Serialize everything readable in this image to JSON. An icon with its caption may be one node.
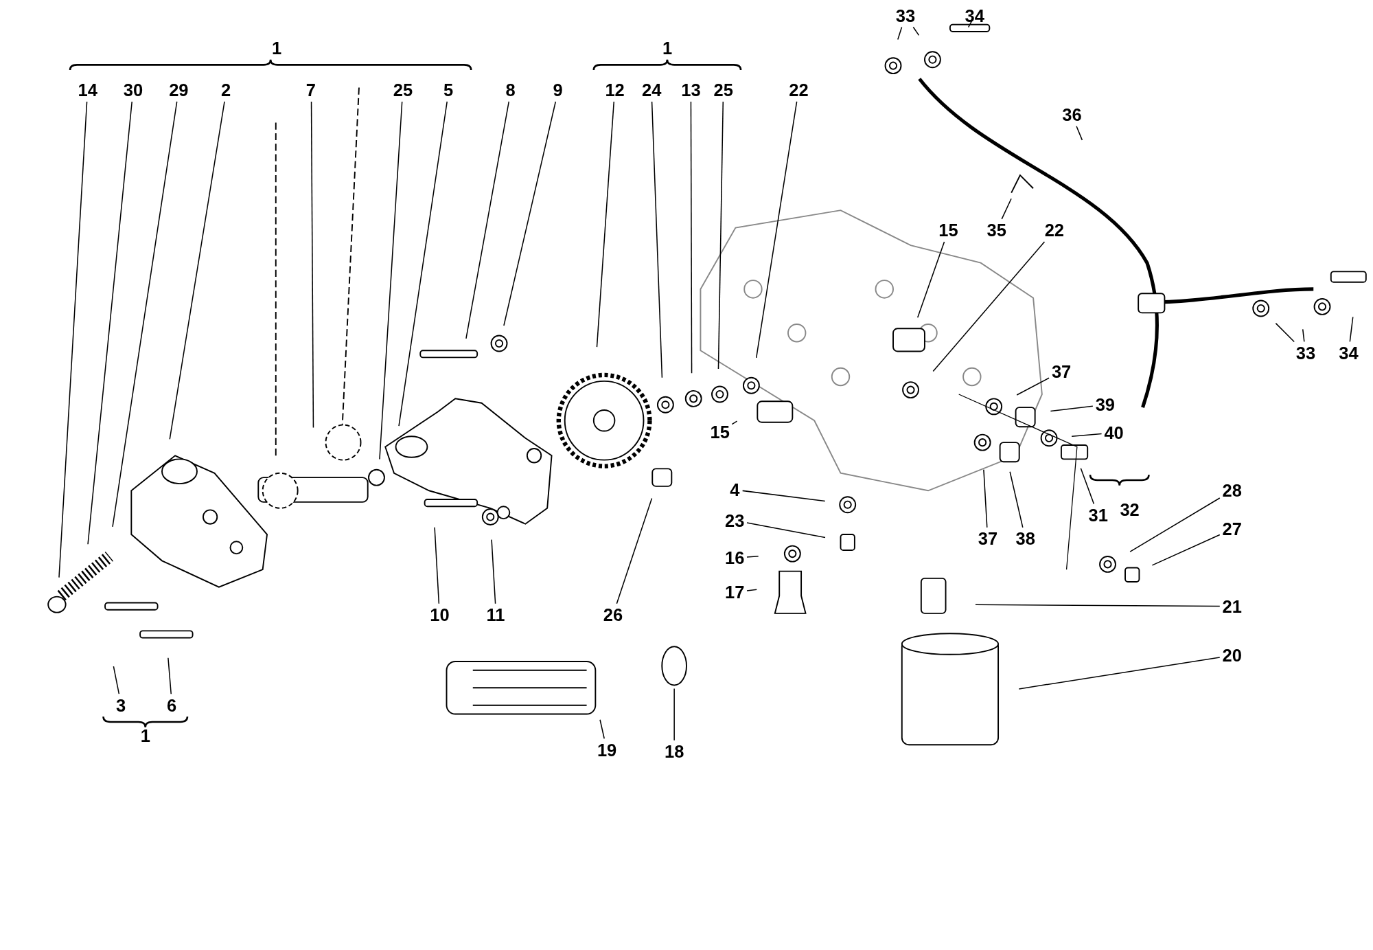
{
  "diagram": {
    "nodes": [
      {
        "text": [
          "33"
        ]
      },
      {
        "text": [
          "34"
        ]
      },
      {
        "text": [
          "14"
        ]
      },
      {
        "text": [
          "30"
        ]
      },
      {
        "text": [
          "29"
        ]
      },
      {
        "text": [
          "2"
        ]
      },
      {
        "text": [
          "7"
        ]
      },
      {
        "text": [
          "25"
        ]
      },
      {
        "text": [
          "5"
        ]
      },
      {
        "text": [
          "8"
        ]
      },
      {
        "text": [
          "9"
        ]
      },
      {
        "text": [
          "12"
        ]
      },
      {
        "text": [
          "24"
        ]
      },
      {
        "text": [
          "13"
        ]
      },
      {
        "text": [
          "25"
        ]
      },
      {
        "text": [
          "22"
        ]
      },
      {
        "text": [
          "36"
        ]
      },
      {
        "text": [
          "15"
        ]
      },
      {
        "text": [
          "35"
        ]
      },
      {
        "text": [
          "22"
        ]
      },
      {
        "text": [
          "33"
        ]
      },
      {
        "text": [
          "34"
        ]
      },
      {
        "text": [
          "37"
        ]
      },
      {
        "text": [
          "39"
        ]
      },
      {
        "text": [
          "40"
        ]
      },
      {
        "text": [
          "15"
        ]
      },
      {
        "text": [
          "4"
        ]
      },
      {
        "text": [
          "28"
        ]
      },
      {
        "text": [
          "31"
        ]
      },
      {
        "text": [
          "23"
        ]
      },
      {
        "text": [
          "27"
        ]
      },
      {
        "text": [
          "37"
        ]
      },
      {
        "text": [
          "38"
        ]
      },
      {
        "text": [
          "16"
        ]
      },
      {
        "text": [
          "17"
        ]
      },
      {
        "text": [
          "21"
        ]
      },
      {
        "text": [
          "10"
        ]
      },
      {
        "text": [
          "11"
        ]
      },
      {
        "text": [
          "26"
        ]
      },
      {
        "text": [
          "20"
        ]
      },
      {
        "text": [
          "3"
        ]
      },
      {
        "text": [
          "6"
        ]
      },
      {
        "text": [
          "19"
        ]
      },
      {
        "text": [
          "18"
        ]
      }
    ],
    "edges": [
      {
        "from": 0,
        "to": null,
        "arrow": "none"
      },
      {
        "from": 0,
        "to": null,
        "arrow": "none"
      },
      {
        "from": 1,
        "to": null,
        "arrow": "none"
      },
      {
        "from": 2,
        "to": null,
        "arrow": "none"
      },
      {
        "from": 3,
        "to": null,
        "arrow": "none"
      },
      {
        "from": 4,
        "to": null,
        "arrow": "none"
      },
      {
        "from": 5,
        "to": null,
        "arrow": "none"
      },
      {
        "from": 6,
        "to": null,
        "arrow": "none"
      },
      {
        "from": 7,
        "to": null,
        "arrow": "none"
      },
      {
        "from": 8,
        "to": null,
        "arrow": "none"
      },
      {
        "from": 9,
        "to": null,
        "arrow": "none"
      },
      {
        "from": 10,
        "to": null,
        "arrow": "none"
      },
      {
        "from": 11,
        "to": null,
        "arrow": "none"
      },
      {
        "from": 12,
        "to": null,
        "arrow": "none"
      },
      {
        "from": 13,
        "to": null,
        "arrow": "none"
      },
      {
        "from": 14,
        "to": null,
        "arrow": "none"
      },
      {
        "from": 15,
        "to": null,
        "arrow": "none"
      },
      {
        "from": 16,
        "to": null,
        "arrow": "none"
      },
      {
        "from": 17,
        "to": null,
        "arrow": "none"
      },
      {
        "from": 18,
        "to": null,
        "arrow": "none"
      },
      {
        "from": 19,
        "to": null,
        "arrow": "none"
      },
      {
        "from": 20,
        "to": null,
        "arrow": "none"
      },
      {
        "from": 20,
        "to": null,
        "arrow": "none"
      },
      {
        "from": 21,
        "to": null,
        "arrow": "none"
      },
      {
        "from": 22,
        "to": null,
        "arrow": "none"
      },
      {
        "from": 23,
        "to": null,
        "arrow": "none"
      },
      {
        "from": 24,
        "to": null,
        "arrow": "none"
      },
      {
        "from": 25,
        "to": null,
        "arrow": "none"
      },
      {
        "from": 26,
        "to": null,
        "arrow": "none"
      },
      {
        "from": 27,
        "to": null,
        "arrow": "none"
      },
      {
        "from": 28,
        "to": null,
        "arrow": "none"
      },
      {
        "from": 29,
        "to": null,
        "arrow": "none"
      },
      {
        "from": 30,
        "to": null,
        "arrow": "none"
      },
      {
        "from": 31,
        "to": null,
        "arrow": "none"
      },
      {
        "from": 32,
        "to": null,
        "arrow": "none"
      },
      {
        "from": 33,
        "to": null,
        "arrow": "none"
      },
      {
        "from": 34,
        "to": null,
        "arrow": "none"
      },
      {
        "from": 35,
        "to": null,
        "arrow": "none"
      },
      {
        "from": 36,
        "to": null,
        "arrow": "none"
      },
      {
        "from": 37,
        "to": null,
        "arrow": "none"
      },
      {
        "from": 38,
        "to": null,
        "arrow": "none"
      },
      {
        "from": 39,
        "to": null,
        "arrow": "none"
      },
      {
        "from": 40,
        "to": null,
        "arrow": "none"
      },
      {
        "from": 41,
        "to": null,
        "arrow": "none"
      },
      {
        "from": 42,
        "to": null,
        "arrow": "none"
      },
      {
        "from": 43,
        "to": null,
        "arrow": "none"
      }
    ],
    "labels": [
      "1",
      "1",
      "32",
      "1"
    ]
  }
}
